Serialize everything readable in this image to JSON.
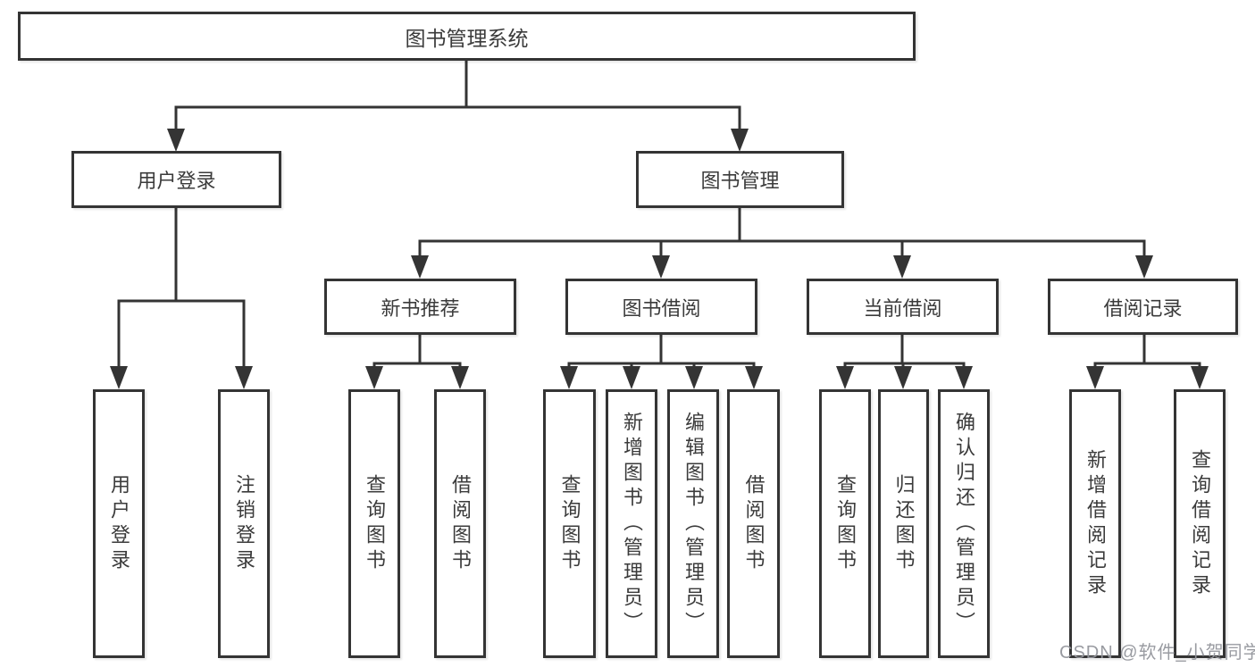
{
  "tree": {
    "root": {
      "label": "图书管理系统"
    },
    "branches": [
      {
        "label": "用户登录",
        "children": [
          {
            "label": "用户登录"
          },
          {
            "label": "注销登录"
          }
        ]
      },
      {
        "label": "图书管理",
        "children": [
          {
            "label": "新书推荐",
            "children": [
              {
                "label": "查询图书"
              },
              {
                "label": "借阅图书"
              }
            ]
          },
          {
            "label": "图书借阅",
            "children": [
              {
                "label": "查询图书"
              },
              {
                "label": "新增图书（管理员）"
              },
              {
                "label": "编辑图书（管理员）"
              },
              {
                "label": "借阅图书"
              }
            ]
          },
          {
            "label": "当前借阅",
            "children": [
              {
                "label": "查询图书"
              },
              {
                "label": "归还图书"
              },
              {
                "label": "确认归还（管理员）"
              }
            ]
          },
          {
            "label": "借阅记录",
            "children": [
              {
                "label": "新增借阅记录"
              },
              {
                "label": "查询借阅记录"
              }
            ]
          }
        ]
      }
    ]
  },
  "watermark": {
    "text": "CSDN @软件_小贺同学"
  },
  "colors": {
    "line": "#343434",
    "text": "#3b3b3b",
    "background": "#ffffff",
    "watermark": "#94969c"
  }
}
